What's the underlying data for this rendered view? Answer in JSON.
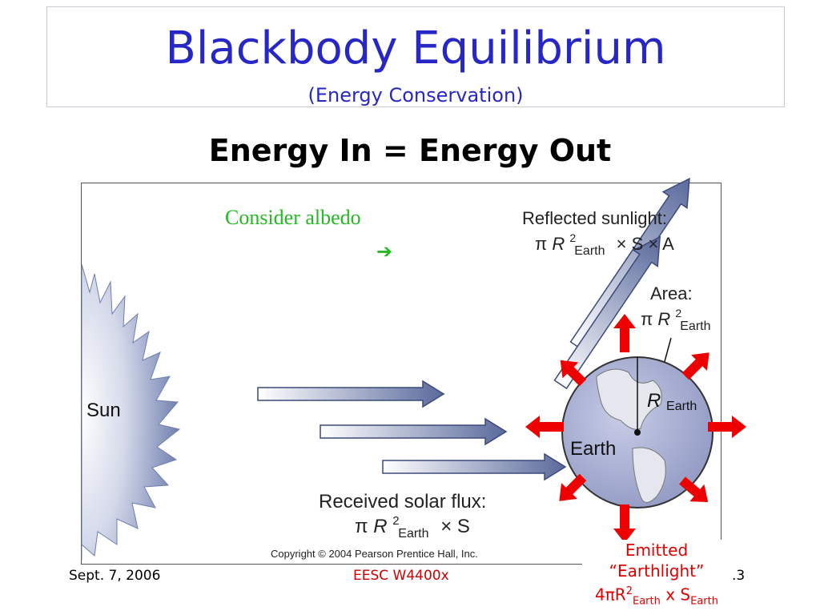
{
  "slide": {
    "title": "Blackbody Equilibrium",
    "subtitle": "(Energy Conservation)",
    "headline": "Energy In = Energy Out"
  },
  "figure": {
    "sun_label": "Sun",
    "albedo_note": "Consider albedo",
    "albedo_arrow": "➔",
    "reflected_label": "Reflected sunlight:",
    "reflected_formula": {
      "pi": "π",
      "r": "R",
      "exp": "2",
      "sub": "Earth",
      "rest": "× S × A"
    },
    "area_label": "Area:",
    "area_formula": {
      "pi": "π",
      "r": "R",
      "exp": "2",
      "sub": "Earth"
    },
    "radius_label": {
      "r": "R",
      "sub": "Earth"
    },
    "earth_label": "Earth",
    "received_label": "Received solar flux:",
    "received_formula": {
      "pi": "π",
      "r": "R",
      "exp": "2",
      "sub": "Earth",
      "rest": "× S"
    },
    "copyright": "Copyright © 2004 Pearson Prentice Hall, Inc."
  },
  "emitted": {
    "line1": "Emitted",
    "line2": "“Earthlight”",
    "formula": {
      "prefix": "4",
      "pi": "π",
      "r": "R",
      "exp": "2",
      "sub": "Earth",
      "x": " x S",
      "sub2": "Earth"
    }
  },
  "footer": {
    "date": "Sept. 7, 2006",
    "course": "EESC W4400x",
    "page": ".3"
  },
  "colors": {
    "title": "#2727c8",
    "albedo": "#22bb22",
    "emitted": "#e00000",
    "course": "#cc0000"
  }
}
